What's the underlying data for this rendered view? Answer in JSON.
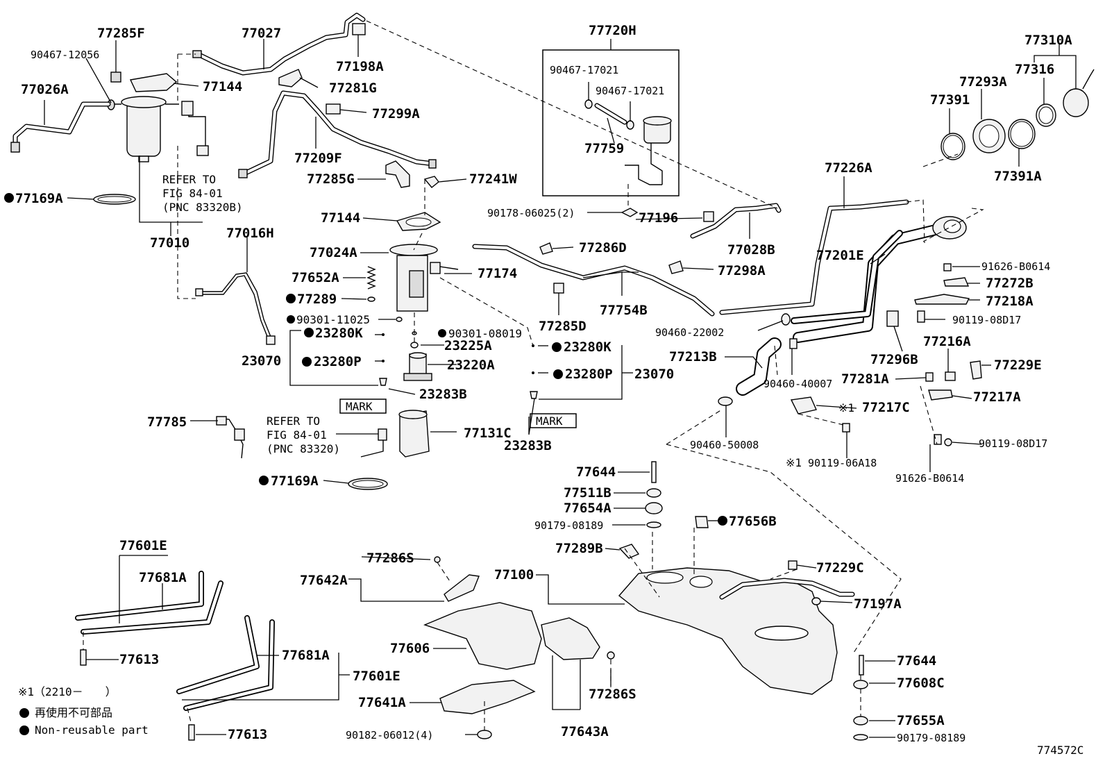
{
  "diagram_id": "774572C",
  "group_box_label": "77720H",
  "labels": {
    "l77285F": "77285F",
    "l77027": "77027",
    "l90467_12056": "90467-12056",
    "l77198A": "77198A",
    "l77144_top": "77144",
    "l77281G": "77281G",
    "l77026A": "77026A",
    "l77299A": "77299A",
    "l77209F": "77209F",
    "l77285G": "77285G",
    "l77241W": "77241W",
    "l77169A_top": "77169A",
    "l77010": "77010",
    "l77144_mid": "77144",
    "l77016H": "77016H",
    "l77024A": "77024A",
    "l77174": "77174",
    "l77652A": "77652A",
    "l77289": "77289",
    "l90301_11025": "90301-11025",
    "l90301_08019": "90301-08019",
    "l23280K_l": "23280K",
    "l23225A": "23225A",
    "l23280K_r": "23280K",
    "l23070_l": "23070",
    "l23280P_l": "23280P",
    "l23220A": "23220A",
    "l23280P_r": "23280P",
    "l23070_r": "23070",
    "l23283B_l": "23283B",
    "l23283B_r": "23283B",
    "l77785": "77785",
    "l77131C": "77131C",
    "l77169A_bot": "77169A",
    "l90467_17021_a": "90467-17021",
    "l90467_17021_b": "90467-17021",
    "l77759": "77759",
    "l90178_06025": "90178-06025(2)",
    "l77196": "77196",
    "l77028B": "77028B",
    "l77286D": "77286D",
    "l77298A": "77298A",
    "l77754B": "77754B",
    "l77285D": "77285D",
    "l90460_22002": "90460-22002",
    "l77226A": "77226A",
    "l77201E": "77201E",
    "l77310A": "77310A",
    "l77316": "77316",
    "l77293A": "77293A",
    "l77391": "77391",
    "l77391A": "77391A",
    "l91626_B0614_a": "91626-B0614",
    "l77272B": "77272B",
    "l77218A": "77218A",
    "l90119_08D17_a": "90119-08D17",
    "l77216A": "77216A",
    "l77296B": "77296B",
    "l77229E": "77229E",
    "l77213B": "77213B",
    "l90460_40007": "90460-40007",
    "l77281A": "77281A",
    "l77217A": "77217A",
    "l77217C": "77217C",
    "l90460_50008": "90460-50008",
    "l90119_06A18": "90119-06A18",
    "l90119_08D17_b": "90119-08D17",
    "l91626_B0614_b": "91626-B0614",
    "l77644_a": "77644",
    "l77511B": "77511B",
    "l77654A": "77654A",
    "l90179_08189_a": "90179-08189",
    "l77656B": "77656B",
    "l77289B": "77289B",
    "l77229C": "77229C",
    "l77100": "77100",
    "l77197A": "77197A",
    "l77601E_top": "77601E",
    "l77681A_top": "77681A",
    "l77286S_top": "77286S",
    "l77642A": "77642A",
    "l77606": "77606",
    "l77613_a": "77613",
    "l77681A_bot": "77681A",
    "l77601E_bot": "77601E",
    "l77286S_bot": "77286S",
    "l77641A": "77641A",
    "l77613_b": "77613",
    "l90182_06012": "90182-06012(4)",
    "l77643A": "77643A",
    "l77644_b": "77644",
    "l77608C": "77608C",
    "l77655A": "77655A",
    "l90179_08189_b": "90179-08189"
  },
  "refer_notes": {
    "upper": [
      "REFER TO",
      "FIG 84-01",
      "(PNC 83320B)"
    ],
    "lower": [
      "REFER TO",
      "FIG 84-01",
      "(PNC 83320)"
    ]
  },
  "mark_label": "MARK",
  "footnote_symbol": "※1",
  "legend": {
    "applicability": "※1（2210－　　）",
    "non_reusable_ja": "再使用不可部品",
    "non_reusable_en": "Non-reusable part"
  }
}
